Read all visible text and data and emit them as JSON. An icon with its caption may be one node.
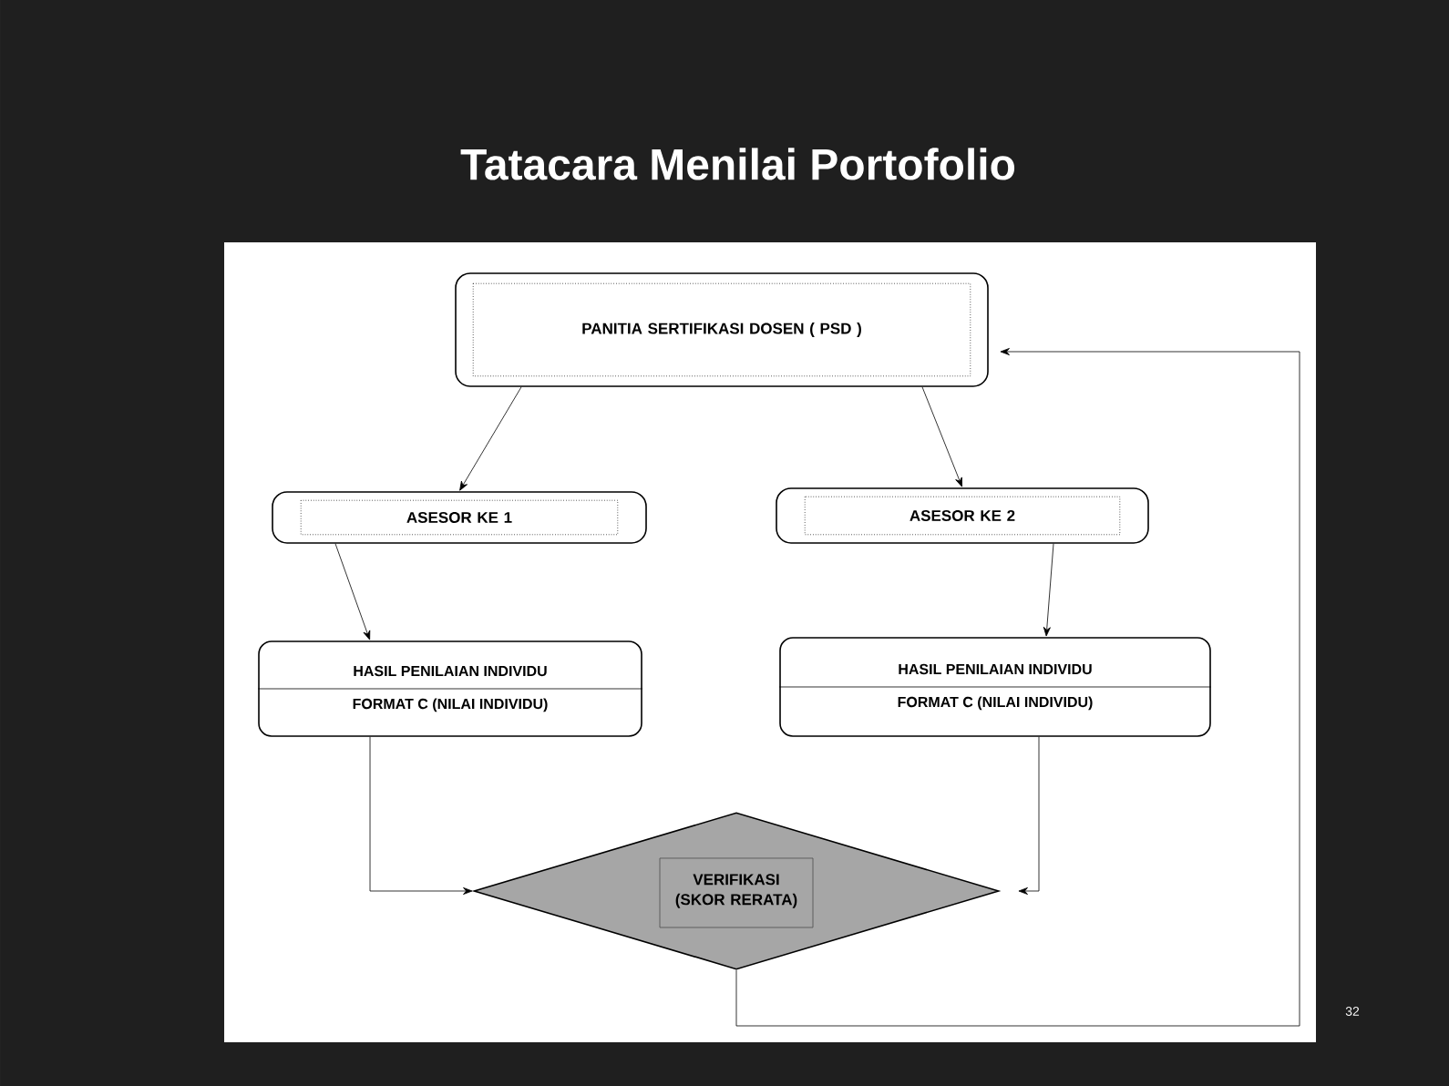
{
  "diagram": {
    "title": "Tatacara Menilai Portofolio",
    "nodes": [
      {
        "text": [
          "PANITIA SERTIFIKASI DOSEN ( PSD )"
        ]
      },
      {
        "text": [
          "ASESOR KE 1"
        ]
      },
      {
        "text": [
          "ASESOR KE 2"
        ]
      },
      {
        "text": [
          "HASIL PENILAIAN INDIVIDU",
          "FORMAT C (NILAI INDIVIDU)"
        ]
      },
      {
        "text": [
          "HASIL PENILAIAN INDIVIDU",
          "FORMAT C (NILAI INDIVIDU)"
        ]
      },
      {
        "text": [
          "VERIFIKASI (SKOR RERATA)"
        ]
      }
    ],
    "edges": [
      {
        "from": 0,
        "to": 1,
        "arrow": "to"
      },
      {
        "from": 0,
        "to": 2,
        "arrow": "to"
      },
      {
        "from": 1,
        "to": 3,
        "arrow": "to"
      },
      {
        "from": 2,
        "to": 4,
        "arrow": "to"
      },
      {
        "from": 3,
        "to": 5,
        "arrow": "to"
      },
      {
        "from": 4,
        "to": 5,
        "arrow": "to"
      },
      {
        "from": 5,
        "to": 0,
        "arrow": "to"
      }
    ],
    "labels": [
      "32"
    ]
  }
}
